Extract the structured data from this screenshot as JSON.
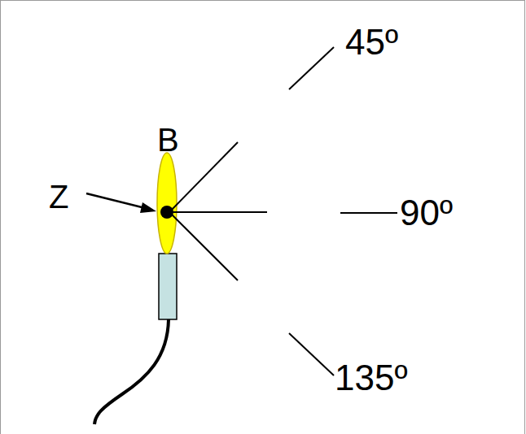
{
  "diagram": {
    "labels": [
      "B",
      "Z",
      "45º",
      "90º",
      "135º"
    ]
  }
}
